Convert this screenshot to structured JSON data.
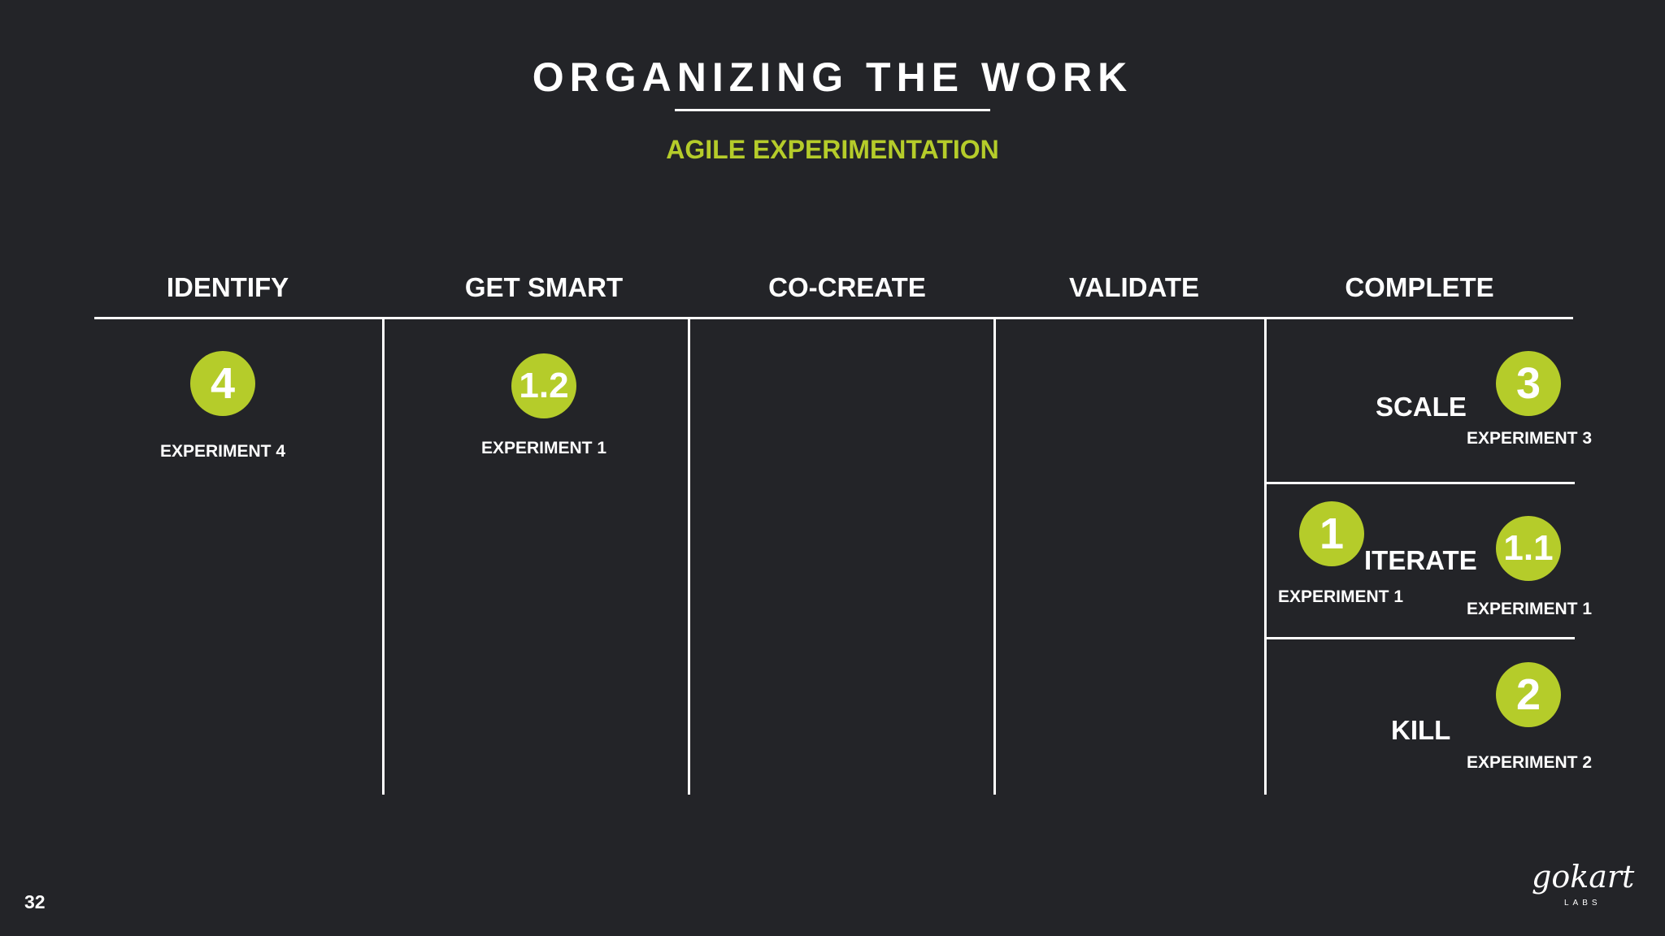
{
  "slide": {
    "title": "ORGANIZING THE WORK",
    "subtitle": "AGILE EXPERIMENTATION",
    "page_number": "32",
    "accent_color": "#b5cc2a",
    "background_color": "#232428"
  },
  "columns": [
    "IDENTIFY",
    "GET SMART",
    "CO-CREATE",
    "VALIDATE",
    "COMPLETE"
  ],
  "cards": {
    "identify": {
      "badge": "4",
      "label": "EXPERIMENT 4"
    },
    "get_smart": {
      "badge": "1.2",
      "label": "EXPERIMENT 1"
    }
  },
  "complete": {
    "scale": {
      "label": "SCALE",
      "badge": "3",
      "experiment": "EXPERIMENT 3"
    },
    "iterate": {
      "label": "ITERATE",
      "left_badge": "1",
      "left_experiment": "EXPERIMENT 1",
      "right_badge": "1.1",
      "right_experiment": "EXPERIMENT 1"
    },
    "kill": {
      "label": "KILL",
      "badge": "2",
      "experiment": "EXPERIMENT 2"
    }
  },
  "logo": {
    "name": "gokart",
    "tagline": "LABS",
    "icon": "gokart-labs-logo"
  }
}
